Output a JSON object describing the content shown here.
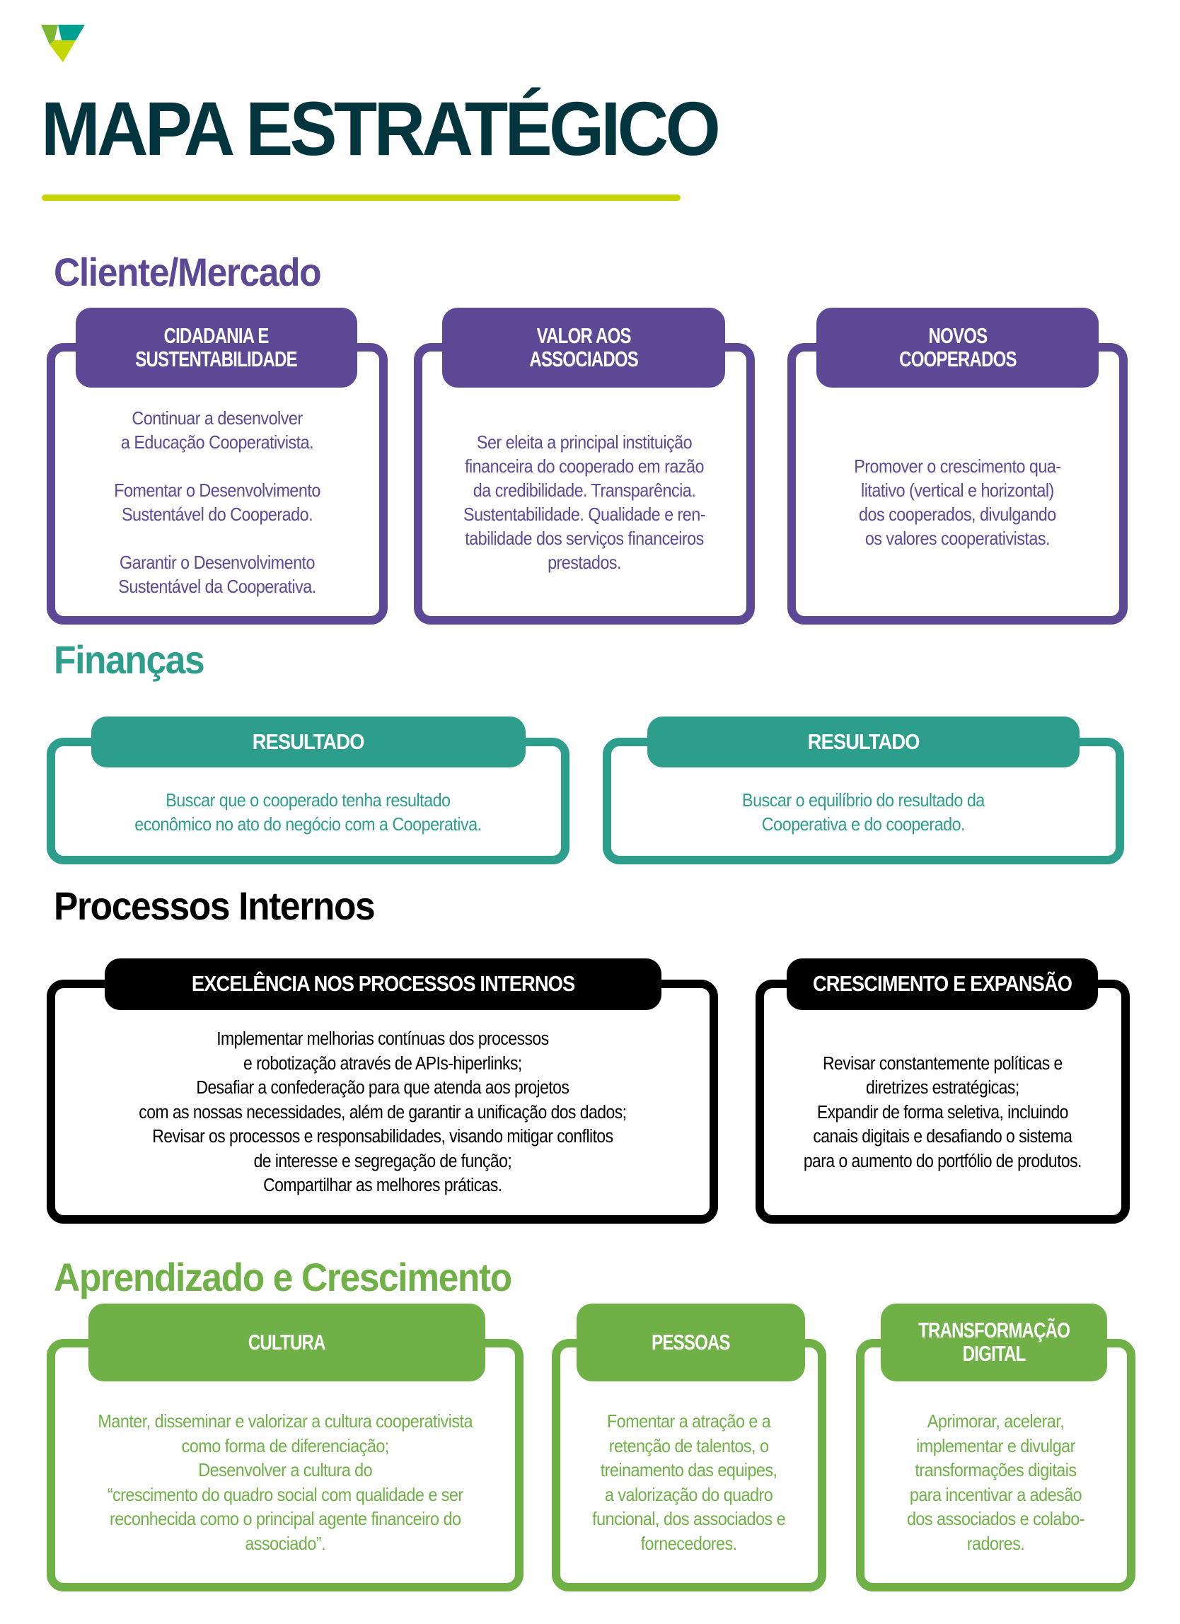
{
  "colors": {
    "title": "#02353e",
    "title_rule": "#c8d400",
    "cliente": "#5d4895",
    "financas": "#2d9e8c",
    "processos": "#000000",
    "aprendizado": "#6fb146",
    "logo_left": "#7bb733",
    "logo_right": "#00a091",
    "logo_bottom": "#c5d600"
  },
  "logo": {
    "icon": "cooperative-triangle-logo"
  },
  "title": "MAPA ESTRATÉGICO",
  "sections": {
    "cliente": {
      "heading": "Cliente/Mercado",
      "cards": [
        {
          "title_line1": "CIDADANIA E",
          "title_line2": "SUSTENTABILIDADE",
          "body": "Continuar a desenvolver\na Educação  Cooperativista.\n\nFomentar o Desenvolvimento\nSustentável do Cooperado.\n\nGarantir o Desenvolvimento\nSustentável da Cooperativa."
        },
        {
          "title_line1": "VALOR AOS",
          "title_line2": "ASSOCIADOS",
          "body": "Ser eleita a principal instituição\nfinanceira do cooperado em razão\nda credibilidade. Transparência.\nSustentabilidade. Qualidade e ren-\ntabilidade dos serviços financeiros\nprestados."
        },
        {
          "title_line1": "NOVOS",
          "title_line2": "COOPERADOS",
          "body": "Promover o crescimento qua-\nlitativo (vertical e horizontal)\ndos cooperados, divulgando\nos valores cooperativistas."
        }
      ]
    },
    "financas": {
      "heading": "Finanças",
      "cards": [
        {
          "title": "RESULTADO",
          "body": "Buscar que o cooperado tenha resultado\neconômico no ato do negócio com a Cooperativa."
        },
        {
          "title": "RESULTADO",
          "body": "Buscar o equilíbrio do resultado da\nCooperativa e do cooperado."
        }
      ]
    },
    "processos": {
      "heading": "Processos Internos",
      "cards": [
        {
          "title": "EXCELÊNCIA NOS PROCESSOS INTERNOS",
          "body": "Implementar melhorias contínuas dos processos\ne robotização através de APIs-hiperlinks;\nDesafiar a confederação para que atenda aos projetos\ncom as nossas necessidades, além de garantir a unificação dos dados;\nRevisar os processos e responsabilidades, visando mitigar conflitos\nde interesse e segregação de função;\nCompartilhar as melhores práticas."
        },
        {
          "title": "CRESCIMENTO E EXPANSÃO",
          "body": "Revisar constantemente políticas e\ndiretrizes estratégicas;\nExpandir de forma seletiva, incluindo\ncanais digitais e desafiando o sistema\npara o aumento do portfólio de produtos."
        }
      ]
    },
    "aprendizado": {
      "heading": "Aprendizado e Crescimento",
      "cards": [
        {
          "title_line1": "CULTURA",
          "title_line2": "",
          "body": "Manter, disseminar e valorizar a cultura cooperativista\ncomo forma de diferenciação;\nDesenvolver a cultura do\n“crescimento do quadro social com qualidade e ser\nreconhecida como o principal agente financeiro do\nassociado”."
        },
        {
          "title_line1": "PESSOAS",
          "title_line2": "",
          "body": "Fomentar a atração e a\nretenção de talentos, o\ntreinamento das equipes,\na valorização do quadro\nfuncional, dos associados e\nfornecedores."
        },
        {
          "title_line1": "TRANSFORMAÇÃO",
          "title_line2": "DIGITAL",
          "body": "Aprimorar, acelerar,\nimplementar e divulgar\ntransformações digitais\npara incentivar a adesão\ndos associados e colabo-\nradores."
        }
      ]
    }
  }
}
